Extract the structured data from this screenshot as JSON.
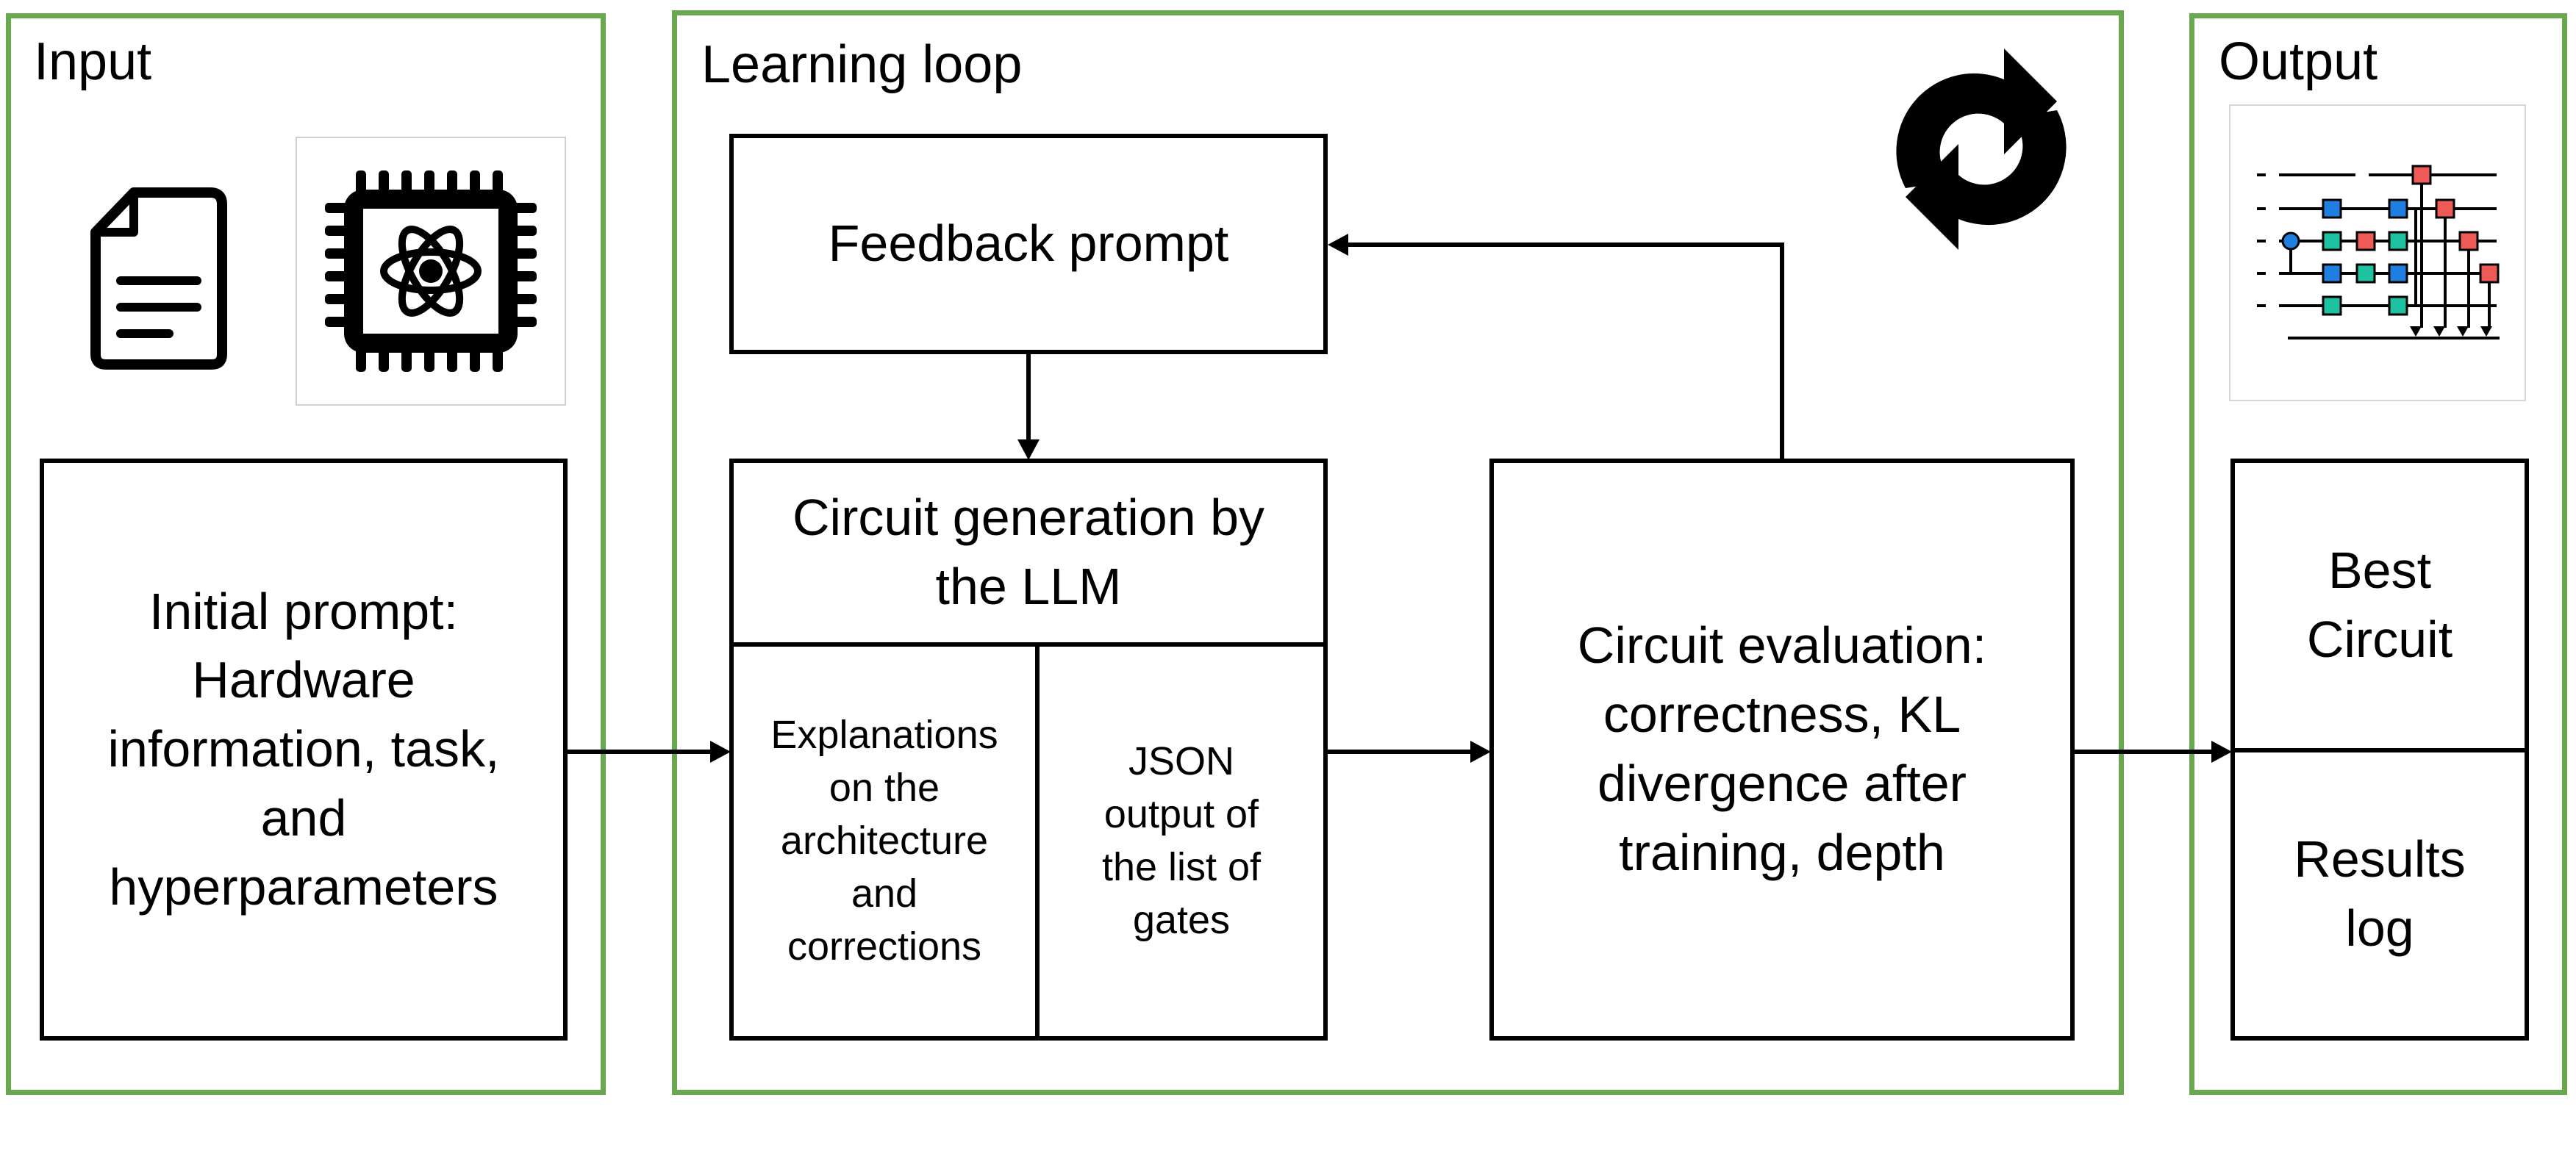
{
  "panels": {
    "input": {
      "title": "Input"
    },
    "loop": {
      "title": "Learning loop"
    },
    "output": {
      "title": "Output"
    }
  },
  "boxes": {
    "initial_prompt": "Initial prompt:\nHardware\ninformation, task,\nand\nhyperparameters",
    "feedback_prompt": "Feedback prompt",
    "circuit_generation": "Circuit generation by\nthe LLM",
    "explanations": "Explanations\non the\narchitecture\nand\ncorrections",
    "json_output": "JSON\noutput of\nthe list of\ngates",
    "circuit_evaluation": "Circuit evaluation:\ncorrectness, KL\ndivergence after\ntraining, depth",
    "best_circuit": "Best\nCircuit",
    "results_log": "Results\nlog"
  },
  "icons": {
    "document": "document-icon",
    "quantum_chip": "quantum-chip-icon",
    "refresh": "refresh-cycle-icon",
    "circuit": "quantum-circuit-icon"
  },
  "colors": {
    "panel_border": "#6aa84f",
    "gate_blue": "#1f7fe0",
    "gate_teal": "#1fc2a0",
    "gate_red": "#ee5a56"
  }
}
